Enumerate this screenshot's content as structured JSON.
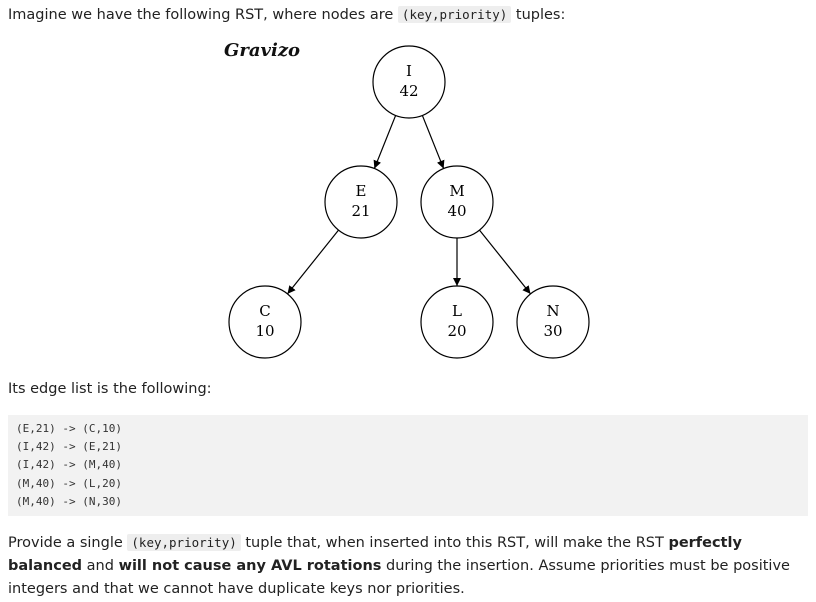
{
  "intro": {
    "before": "Imagine we have the following RST, where nodes are ",
    "code": "(key,priority)",
    "after": " tuples:"
  },
  "diagram": {
    "brand": "Gravizo",
    "nodes": [
      {
        "id": "I",
        "key": "I",
        "priority": "42"
      },
      {
        "id": "E",
        "key": "E",
        "priority": "21"
      },
      {
        "id": "M",
        "key": "M",
        "priority": "40"
      },
      {
        "id": "C",
        "key": "C",
        "priority": "10"
      },
      {
        "id": "L",
        "key": "L",
        "priority": "20"
      },
      {
        "id": "N",
        "key": "N",
        "priority": "30"
      }
    ],
    "edges": [
      {
        "from": "E",
        "to": "C"
      },
      {
        "from": "I",
        "to": "E"
      },
      {
        "from": "I",
        "to": "M"
      },
      {
        "from": "M",
        "to": "L"
      },
      {
        "from": "M",
        "to": "N"
      }
    ]
  },
  "edge_intro": "Its edge list is the following:",
  "edge_list": [
    "(E,21) -> (C,10)",
    "(I,42) -> (E,21)",
    "(I,42) -> (M,40)",
    "(M,40) -> (L,20)",
    "(M,40) -> (N,30)"
  ],
  "question": {
    "p1": "Provide a single ",
    "code": "(key,priority)",
    "p2": " tuple that, when inserted into this RST, will make the RST ",
    "b1": "perfectly balanced",
    "p3": " and ",
    "b2": "will not cause any AVL rotations",
    "p4": " during the insertion. Assume priorities must be positive integers and that we cannot have duplicate keys nor priorities."
  }
}
